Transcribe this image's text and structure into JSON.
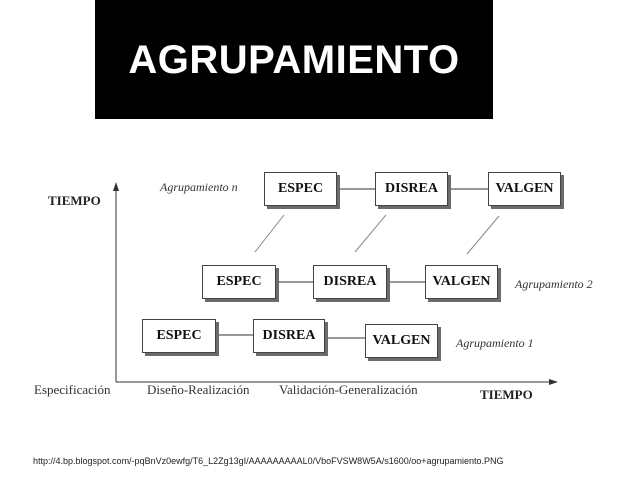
{
  "title": "AGRUPAMIENTO",
  "axes": {
    "y_label": "TIEMPO",
    "x_label": "TIEMPO"
  },
  "phases": [
    "Especificación",
    "Diseño-Realización",
    "Validación-Generalización"
  ],
  "groups": [
    {
      "label": "Agrupamiento n",
      "boxes": [
        "ESPEC",
        "DISREA",
        "VALGEN"
      ]
    },
    {
      "label": "Agrupamiento 2",
      "boxes": [
        "ESPEC",
        "DISREA",
        "VALGEN"
      ]
    },
    {
      "label": "Agrupamiento 1",
      "boxes": [
        "ESPEC",
        "DISREA",
        "VALGEN"
      ]
    }
  ],
  "source_url": "http://4.bp.blogspot.com/-pqBnVz0ewfg/T6_L2Zg13gI/AAAAAAAAAL0/VboFVSW8W5A/s1600/oo+agrupamiento.PNG"
}
